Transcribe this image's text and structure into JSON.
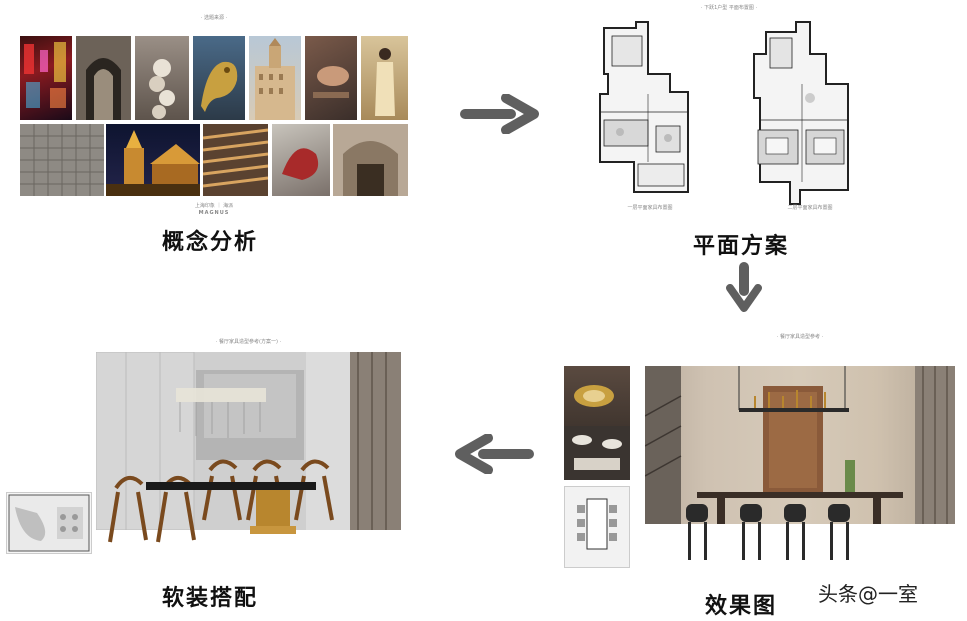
{
  "concept": {
    "label": "概念分析",
    "board_title": "· 选题来源 ·",
    "board_caption": "上海印象 ｜ 海派",
    "logo_text": "MAGNUS"
  },
  "plan": {
    "label": "平面方案",
    "board_title": "· 下跃1户型     平面布置图 ·",
    "floor1_caption": "一层平面家具布置图",
    "floor2_caption": "二层平面家具布置图"
  },
  "render": {
    "label": "效果图",
    "board_title": "· 餐厅家具造型参考 ·"
  },
  "soft": {
    "label": "软装搭配",
    "board_title": "· 餐厅家具造型参考(方案一) ·"
  },
  "watermark": "头条@一室",
  "colors": {
    "arrow": "#5f5f5f",
    "wood": "#c9b6a2",
    "gold": "#b8862e",
    "curtain": "#8a8076"
  }
}
